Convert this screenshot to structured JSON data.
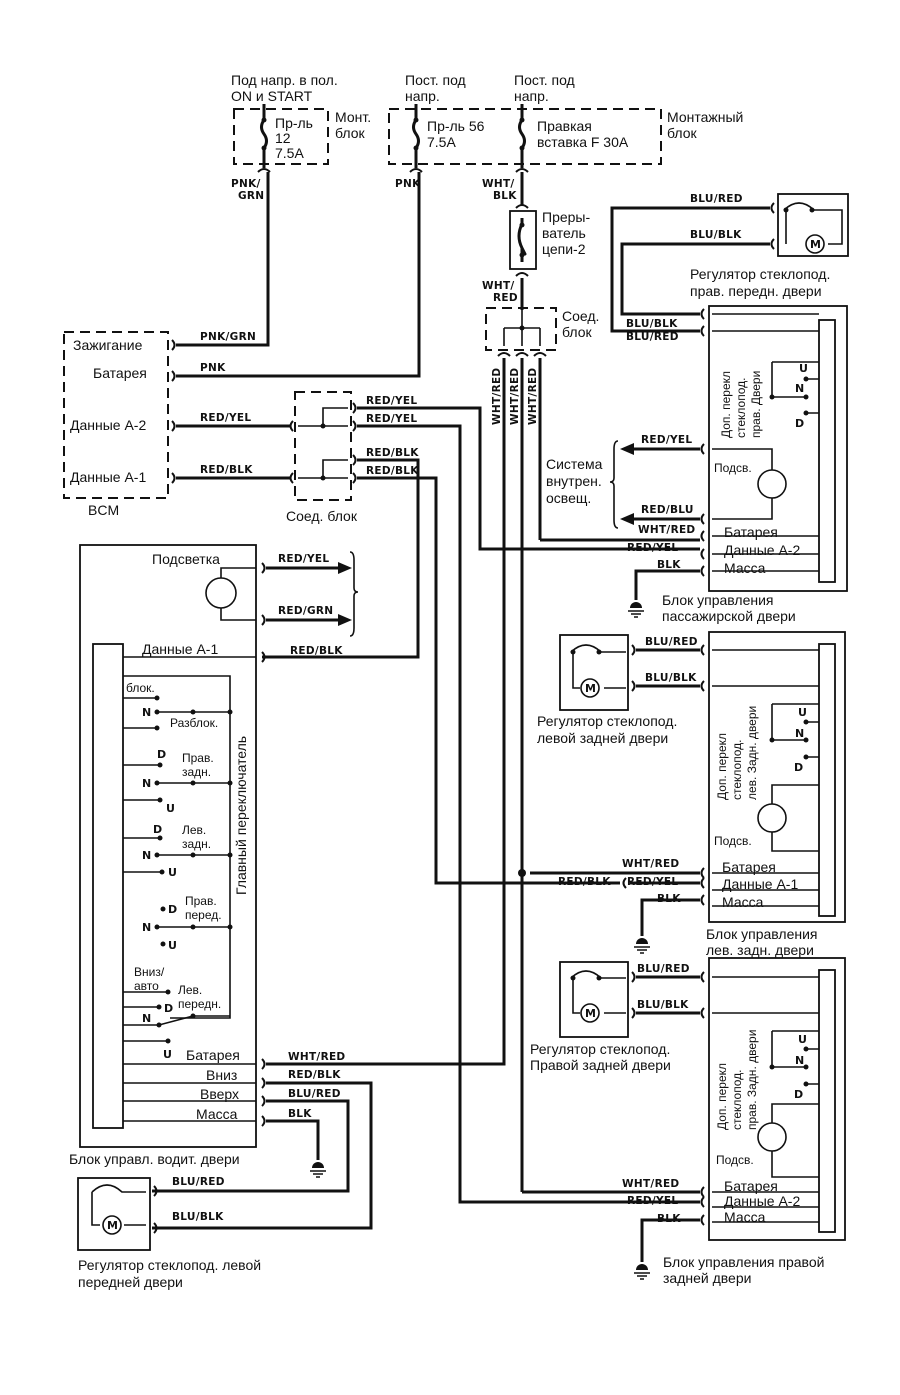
{
  "power": {
    "ign_on_start": [
      "Под напр. в пол.",
      "ON и START"
    ],
    "const1": [
      "Пост. под",
      "напр."
    ],
    "const2": [
      "Пост. под",
      "напр."
    ],
    "fuse12": [
      "Пр-ль",
      "12",
      "7.5A"
    ],
    "mount_small": [
      "Монт.",
      "блок"
    ],
    "fuse56": [
      "Пр-ль 56",
      "7.5A"
    ],
    "fusible": [
      "Правкая",
      "вставка F 30A"
    ],
    "mount_big": [
      "Монтажный",
      "блок"
    ],
    "breaker": [
      "Преры-",
      "ватель",
      "цепи-2"
    ],
    "joint_top": [
      "Соед.",
      "блок"
    ]
  },
  "wires": {
    "pnk_grn_top": [
      "PNK/",
      "GRN"
    ],
    "pnk": "PNK",
    "wht_blk": [
      "WHT/",
      "BLK"
    ],
    "wht_red_top": [
      "WHT/",
      "RED"
    ],
    "pnk_grn": "PNK/GRN",
    "red_yel": "RED/YEL",
    "red_blk": "RED/BLK",
    "red_blu": "RED/BLU",
    "red_grn": "RED/GRN",
    "wht_red": "WHT/RED",
    "blu_red": "BLU/RED",
    "blu_blk": "BLU/BLK",
    "blk": "BLK"
  },
  "bcm": {
    "title": "BCM",
    "pins": [
      "Зажигание",
      "Батарея",
      "Данные А-2",
      "Данные А-1"
    ]
  },
  "joint_mid": {
    "label": "Соед. блок"
  },
  "passenger_door": {
    "regulator": [
      "Регулятор стеклопод.",
      "прав. передн. двери"
    ],
    "switch": [
      "Доп. перекл",
      "стеклопод.",
      "прав. Двери"
    ],
    "positions": [
      "U",
      "N",
      "D"
    ],
    "lamp": "Подсв.",
    "lighting": [
      "Система",
      "внутрен.",
      "освещ."
    ],
    "pins": [
      "Батарея",
      "Данные А-2",
      "Масса"
    ],
    "title": [
      "Блок управления",
      "пассажирской двери"
    ]
  },
  "rear_left_door": {
    "regulator": [
      "Регулятор стеклопод.",
      "левой задней двери"
    ],
    "switch": [
      "Доп. перекл",
      "стеклопод.",
      "лев. Задн. двери"
    ],
    "positions": [
      "U",
      "N",
      "D"
    ],
    "lamp": "Подсв.",
    "pins": [
      "Батарея",
      "Данные А-1",
      "Масса"
    ],
    "title": [
      "Блок управления",
      "лев. задн. двери"
    ]
  },
  "rear_right_door": {
    "regulator": [
      "Регулятор стеклопод.",
      "Правой задней двери"
    ],
    "switch": [
      "Доп. перекл",
      "стеклопод.",
      "прав. Задн. двери"
    ],
    "positions": [
      "U",
      "N",
      "D"
    ],
    "lamp": "Подсв.",
    "pins": [
      "Батарея",
      "Данные А-2",
      "Масса"
    ],
    "title": [
      "Блок управления правой",
      "задней двери"
    ]
  },
  "driver_door": {
    "backlight": "Подсветка",
    "data": "Данные А-1",
    "main_switch": "Главный переключатель",
    "lock": "блок.",
    "unlock": "Разблок.",
    "rr": [
      "Прав.",
      "задн."
    ],
    "rl": [
      "Лев.",
      "задн."
    ],
    "fr": [
      "Прав.",
      "перед."
    ],
    "fl": [
      "Лев.",
      "передн."
    ],
    "auto": [
      "Вниз/",
      "авто"
    ],
    "pos_n": "N",
    "pos_d": "D",
    "pos_u": "U",
    "pins": [
      "Батарея",
      "Вниз",
      "Вверх",
      "Масса"
    ],
    "title": "Блок управл. водит. двери",
    "regulator": [
      "Регулятор стеклопод. левой",
      "передней двери"
    ]
  },
  "motor_letter": "M"
}
